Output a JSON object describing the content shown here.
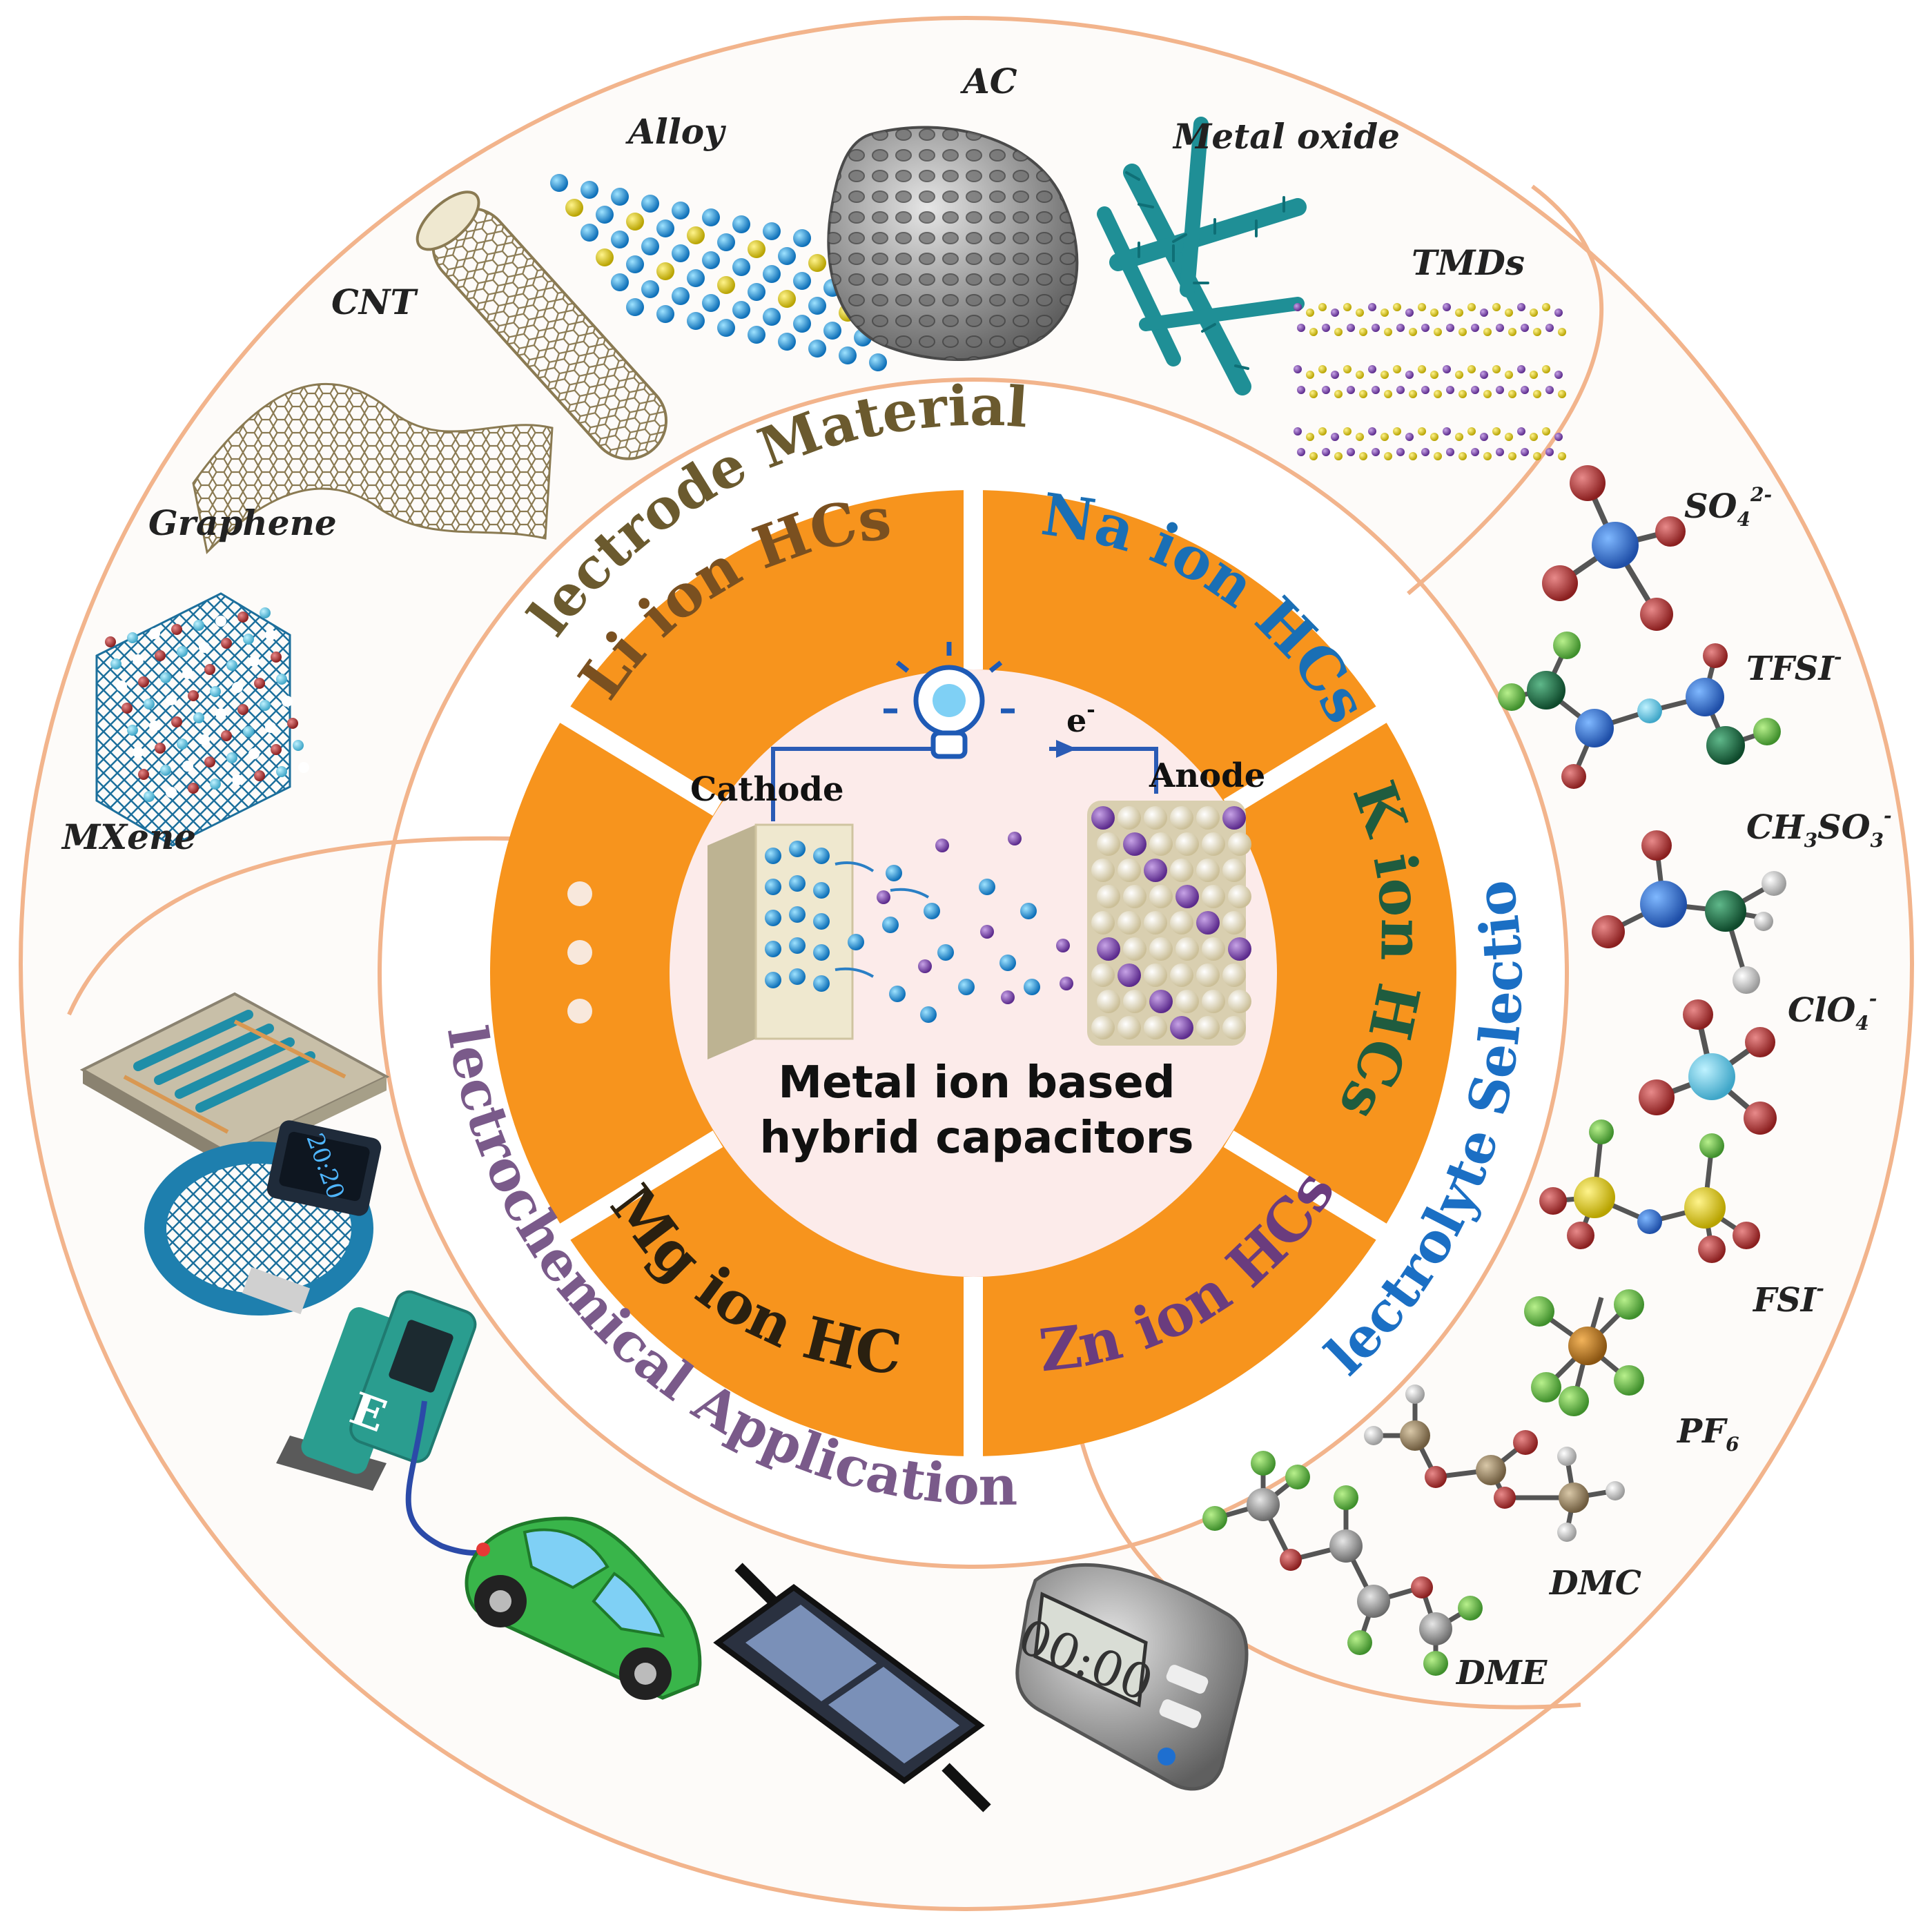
{
  "center": {
    "title_line1": "Metal ion based",
    "title_line2": "hybrid capacitors",
    "cathode": "Cathode",
    "anode": "Anode",
    "electron": "e",
    "electron_sup": "-"
  },
  "segments": {
    "li": "Li ion HCs",
    "na": "Na ion HCs",
    "k": "K ion HCs",
    "zn": "Zn ion HCs",
    "mg": "Mg ion HCs"
  },
  "rings": {
    "electrode": "Electrode Materials",
    "electrolyte": "Electrolyte Selection",
    "applications": "Electrochemical Applications"
  },
  "materials": {
    "mxene": "MXene",
    "graphene": "Graphene",
    "cnt": "CNT",
    "alloy": "Alloy",
    "ac": "AC",
    "metal_oxide": "Metal oxide",
    "tmds": "TMDs"
  },
  "electrolytes": {
    "so4": "SO",
    "so4_sub": "4",
    "so4_sup": "2-",
    "tfsi": "TFSI",
    "tfsi_sup": "-",
    "ch3so3_a": "CH",
    "ch3so3_sub1": "3",
    "ch3so3_b": "SO",
    "ch3so3_sub2": "3",
    "ch3so3_sup": "-",
    "clo4": "ClO",
    "clo4_sub": "4",
    "clo4_sup": "-",
    "fsi": "FSI",
    "fsi_sup": "-",
    "pf6": "PF",
    "pf6_sub": "6",
    "dmc": "DMC",
    "dme": "DME"
  },
  "devices": {
    "watch_time": "20:20",
    "charger_label": "E",
    "timer_display": "00:00"
  },
  "colors": {
    "orange": "#F7941D",
    "ring_line": "#F2B48C",
    "center_fill": "#FCEBEA",
    "electrode_text": "#6B5A2E",
    "electrolyte_text": "#1B6FC4",
    "applications_text": "#7A5A8A",
    "li_text": "#7A5020",
    "na_text": "#1A6FB5",
    "k_text": "#1F5C3F",
    "zn_text": "#6A3C7E",
    "mg_text": "#2A2010"
  }
}
